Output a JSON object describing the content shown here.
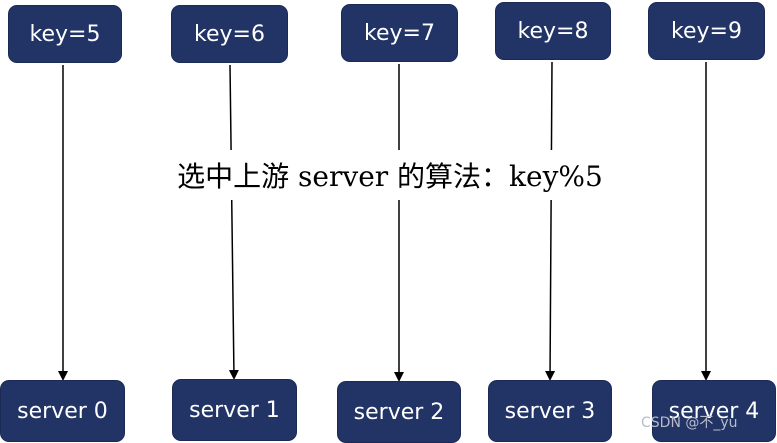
{
  "diagram": {
    "keys": [
      "key=5",
      "key=6",
      "key=7",
      "key=8",
      "key=9"
    ],
    "servers": [
      "server 0",
      "server 1",
      "server 2",
      "server 3",
      "server 4"
    ],
    "caption": "选中上游 server 的算法：key%5",
    "watermark": "CSDN @不_yu"
  },
  "colors": {
    "box_fill": "#223366",
    "box_text": "#ffffff",
    "arrow": "#000000"
  }
}
